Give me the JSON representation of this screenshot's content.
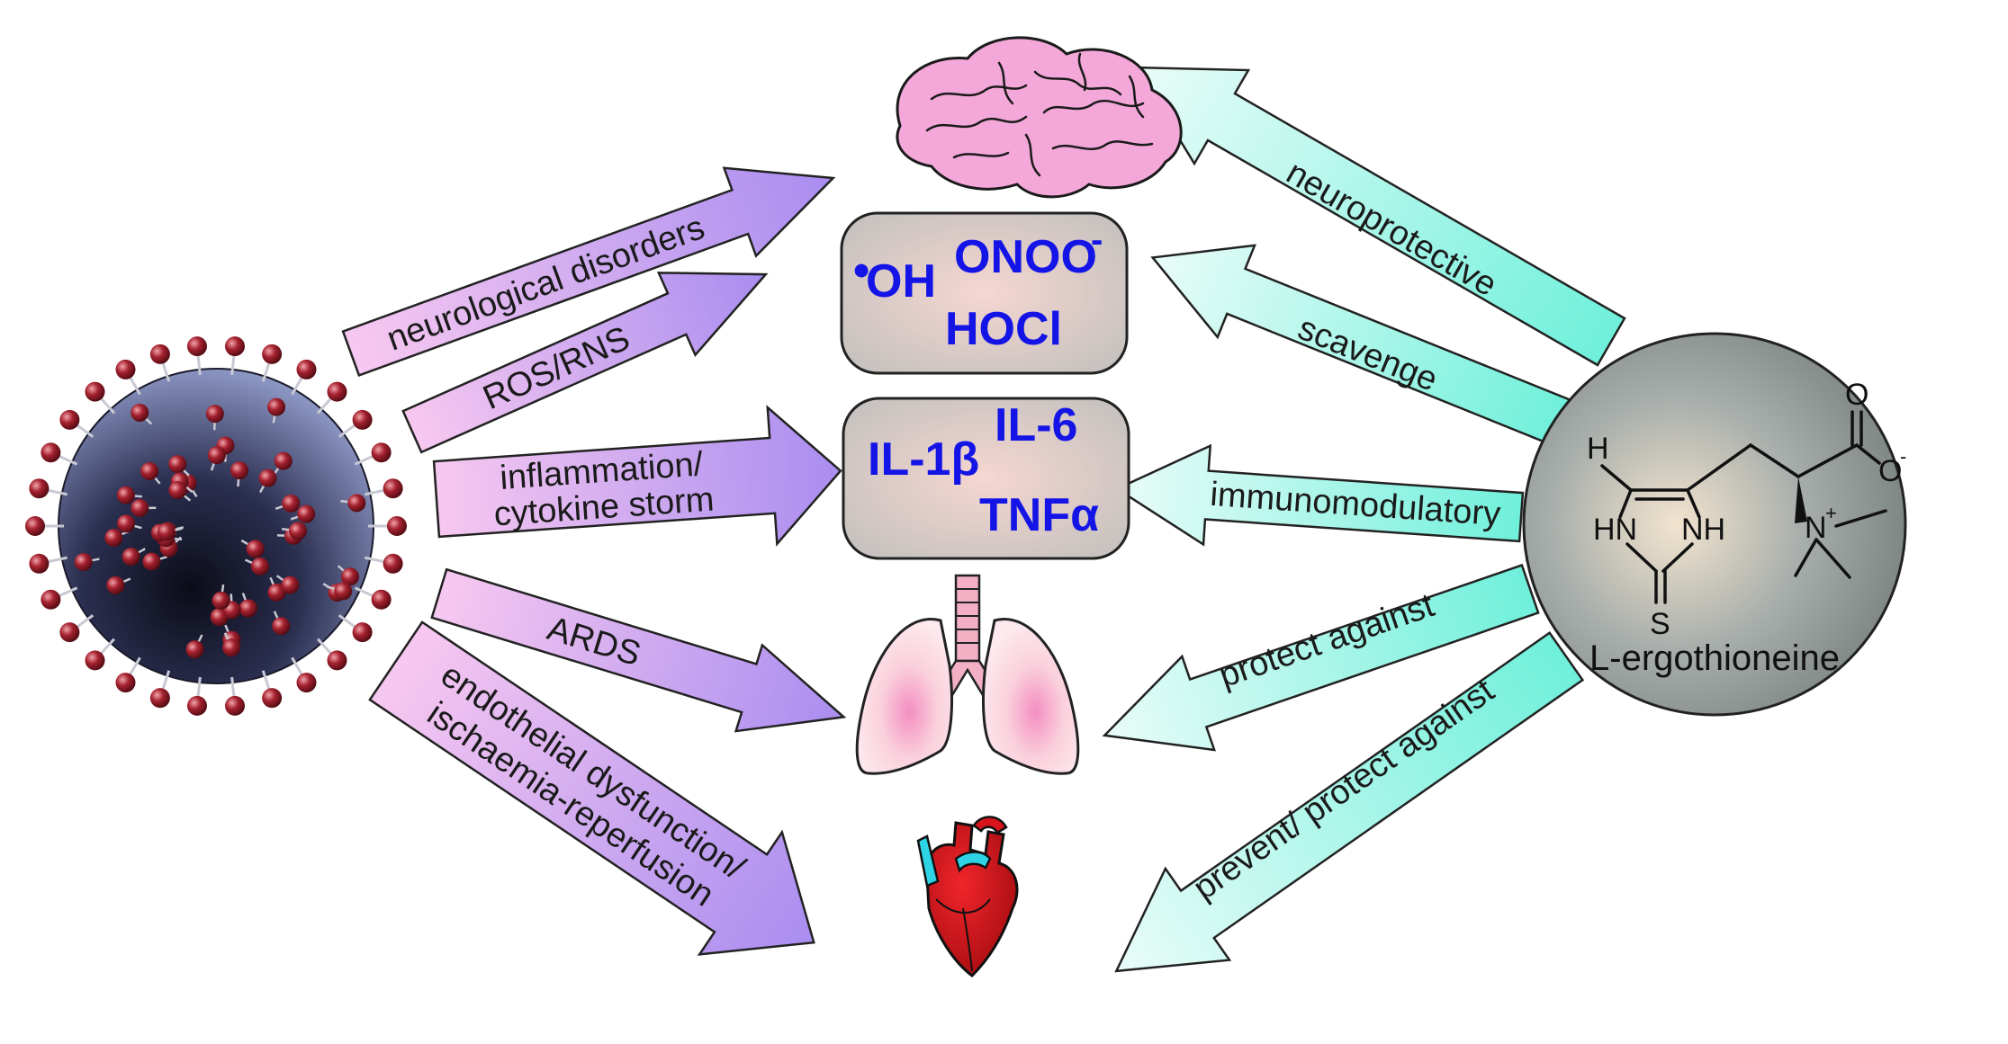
{
  "colors": {
    "left_arrow_start": "#f7c8f0",
    "left_arrow_end": "#a98df0",
    "right_arrow_start": "#7ff2de",
    "right_arrow_end": "#e6fbf7",
    "box_fill": "#cfc8c4",
    "box_text": "#1414e6",
    "virus_body": "#3a3f66",
    "virus_spike": "#9a1f2e",
    "brain": "#f4a8d9",
    "lung": "#f9c9d6",
    "heart_red": "#d7141b",
    "heart_cyan": "#2fd3e6",
    "compound_circle": "#9aa2a0"
  },
  "icons": {
    "virus": "virus-icon",
    "brain": "brain-icon",
    "lungs": "lungs-icon",
    "heart": "heart-icon"
  },
  "boxes": {
    "ros": {
      "oh_dot": "•",
      "oh": "OH",
      "onoo": "ONOO",
      "onoo_sup": "-",
      "hocl": "HOCl"
    },
    "cytokines": {
      "il1": "IL-1β",
      "il6": "IL-6",
      "tnf": "TNFα"
    }
  },
  "left_arrows": [
    {
      "label": "neurological disorders"
    },
    {
      "label": "ROS/RNS"
    },
    {
      "label_line1": "inflammation/",
      "label_line2": "cytokine storm"
    },
    {
      "label": "ARDS"
    },
    {
      "label_line1": "endothelial dysfunction/",
      "label_line2": "ischaemia-reperfusion"
    }
  ],
  "right_arrows": [
    {
      "label": "neuroprotective"
    },
    {
      "label": "scavenge"
    },
    {
      "label": "immunomodulatory"
    },
    {
      "label": "protect against"
    },
    {
      "label": "prevent/ protect against"
    }
  ],
  "compound": {
    "name": "L-ergothioneine",
    "atoms": {
      "h": "H",
      "hn": "HN",
      "nh": "NH",
      "s": "S",
      "o": "O",
      "o_minus": "O",
      "minus": "-",
      "n_plus": "N",
      "plus": "+"
    }
  }
}
